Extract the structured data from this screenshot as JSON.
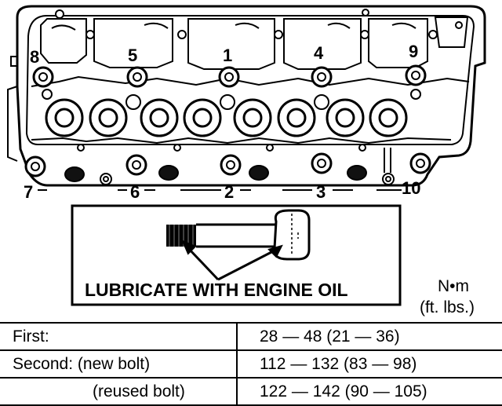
{
  "bolt_sequence": {
    "upper_labels": [
      "8",
      "5",
      "1",
      "4",
      "9"
    ],
    "lower_labels": [
      "7",
      "6",
      "2",
      "3",
      "10"
    ]
  },
  "lubrication_note": "LUBRICATE WITH ENGINE OIL",
  "units": {
    "si": "N•m",
    "imperial": "(ft. lbs.)"
  },
  "torque_table": {
    "rows": [
      {
        "step": "First:",
        "value": "28 — 48 (21 — 36)"
      },
      {
        "step": "Second: (new bolt)",
        "value": "112 — 132 (83 — 98)"
      },
      {
        "step": "(reused bolt)",
        "value": "122 — 142 (90 — 105)"
      }
    ]
  }
}
